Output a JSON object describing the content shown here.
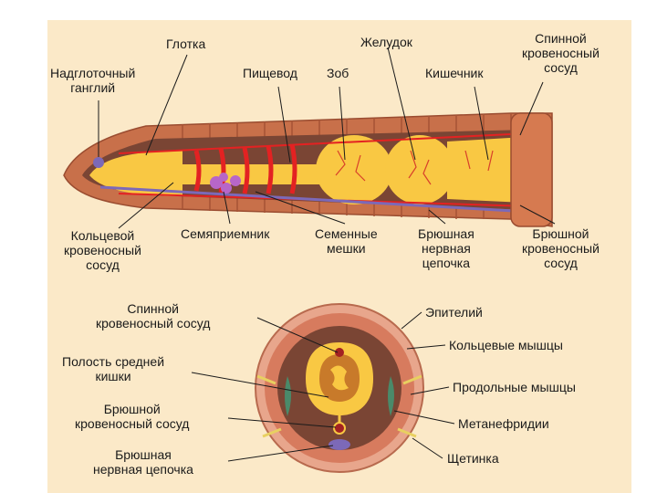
{
  "diagram": {
    "colors": {
      "background": "#fbe9c8",
      "body_wall": "#c8704a",
      "gut": "#f9c843",
      "blood_vessel": "#e32222",
      "nerve": "#7c69b8",
      "cavity": "#7a4534"
    },
    "worm_labels": {
      "nadglotochny": "Надглоточный\nганглий",
      "glotka": "Глотка",
      "pishchevod": "Пищевод",
      "zob": "Зоб",
      "zheludok": "Желудок",
      "kishechnik": "Кишечник",
      "spinnoy_top": "Спинной\nкровеносный\nсосуд",
      "kolcevoy": "Кольцевой\nкровеносный\nсосуд",
      "semyapriemnik": "Семяприемник",
      "semennye": "Семенные\nмешки",
      "bryushnaya_top": "Брюшная\nнервная\nцепочка",
      "bryushnoy_top": "Брюшной\nкровеносный\nсосуд"
    },
    "section_labels": {
      "spinnoy": "Спинной\nкровеносный сосуд",
      "polost": "Полость средней\nкишки",
      "bryushnoy": "Брюшной\nкровеносный сосуд",
      "bryushnaya": "Брюшная\nнервная цепочка",
      "epiteliy": "Эпителий",
      "kolcevye": "Кольцевые мышцы",
      "prodolnye": "Продольные мышцы",
      "metanefridii": "Метанефридии",
      "shchetinka": "Щетинка"
    }
  }
}
